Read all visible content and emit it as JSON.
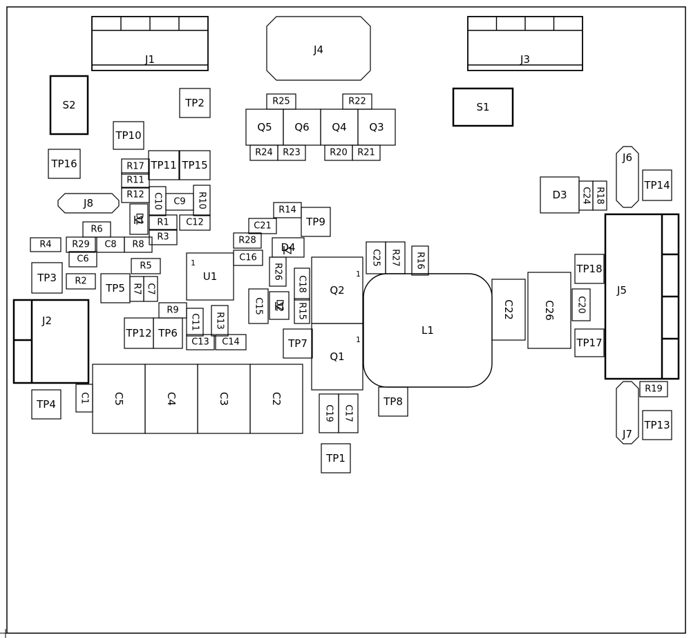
{
  "components": [
    {
      "id": "J1",
      "label": "J1",
      "kind": "header"
    },
    {
      "id": "J3",
      "label": "J3",
      "kind": "header"
    },
    {
      "id": "J4",
      "label": "J4",
      "kind": "octagon"
    },
    {
      "id": "S2",
      "label": "S2",
      "kind": "thick"
    },
    {
      "id": "S1",
      "label": "S1",
      "kind": "thick"
    },
    {
      "id": "TP2",
      "label": "TP2",
      "kind": "box"
    },
    {
      "id": "TP10",
      "label": "TP10",
      "kind": "box"
    },
    {
      "id": "TP16",
      "label": "TP16",
      "kind": "box"
    },
    {
      "id": "TP11",
      "label": "TP11",
      "kind": "box"
    },
    {
      "id": "TP15",
      "label": "TP15",
      "kind": "box"
    },
    {
      "id": "R25",
      "label": "R25",
      "kind": "box"
    },
    {
      "id": "R22",
      "label": "R22",
      "kind": "box"
    },
    {
      "id": "Q5",
      "label": "Q5",
      "kind": "box"
    },
    {
      "id": "Q6",
      "label": "Q6",
      "kind": "box"
    },
    {
      "id": "Q4",
      "label": "Q4",
      "kind": "box"
    },
    {
      "id": "Q3",
      "label": "Q3",
      "kind": "box"
    },
    {
      "id": "R24",
      "label": "R24",
      "kind": "box"
    },
    {
      "id": "R23",
      "label": "R23",
      "kind": "box"
    },
    {
      "id": "R20",
      "label": "R20",
      "kind": "box"
    },
    {
      "id": "R21",
      "label": "R21",
      "kind": "box"
    },
    {
      "id": "J6",
      "label": "J6",
      "kind": "pill"
    },
    {
      "id": "TP14",
      "label": "TP14",
      "kind": "box"
    },
    {
      "id": "D3",
      "label": "D3",
      "kind": "box"
    },
    {
      "id": "C24",
      "label": "C24",
      "kind": "box",
      "rotate": true
    },
    {
      "id": "R18",
      "label": "R18",
      "kind": "box",
      "rotate": true
    },
    {
      "id": "R17",
      "label": "R17",
      "kind": "box"
    },
    {
      "id": "R11",
      "label": "R11",
      "kind": "box"
    },
    {
      "id": "R12",
      "label": "R12",
      "kind": "box"
    },
    {
      "id": "J8",
      "label": "J8",
      "kind": "pill"
    },
    {
      "id": "C10",
      "label": "C10",
      "kind": "box",
      "rotate": true
    },
    {
      "id": "C9",
      "label": "C9",
      "kind": "box"
    },
    {
      "id": "R10",
      "label": "R10",
      "kind": "box",
      "rotate": true
    },
    {
      "id": "D1",
      "label": "D1",
      "kind": "box",
      "rotate": true
    },
    {
      "id": "R1",
      "label": "R1",
      "kind": "box"
    },
    {
      "id": "C12",
      "label": "C12",
      "kind": "box"
    },
    {
      "id": "R14",
      "label": "R14",
      "kind": "box"
    },
    {
      "id": "TP9",
      "label": "TP9",
      "kind": "box"
    },
    {
      "id": "C21",
      "label": "C21",
      "kind": "box"
    },
    {
      "id": "R6",
      "label": "R6",
      "kind": "box"
    },
    {
      "id": "R3",
      "label": "R3",
      "kind": "box"
    },
    {
      "id": "R28",
      "label": "R28",
      "kind": "box"
    },
    {
      "id": "D4",
      "label": "D4",
      "kind": "box"
    },
    {
      "id": "R4",
      "label": "R4",
      "kind": "box"
    },
    {
      "id": "R29",
      "label": "R29",
      "kind": "box"
    },
    {
      "id": "C8",
      "label": "C8",
      "kind": "box"
    },
    {
      "id": "R8",
      "label": "R8",
      "kind": "box"
    },
    {
      "id": "C25",
      "label": "C25",
      "kind": "box",
      "rotate": true
    },
    {
      "id": "R27",
      "label": "R27",
      "kind": "box",
      "rotate": true
    },
    {
      "id": "R16",
      "label": "R16",
      "kind": "box",
      "rotate": true
    },
    {
      "id": "C6",
      "label": "C6",
      "kind": "box"
    },
    {
      "id": "U1",
      "label": "U1",
      "kind": "box"
    },
    {
      "id": "C16",
      "label": "C16",
      "kind": "box"
    },
    {
      "id": "R26",
      "label": "R26",
      "kind": "box",
      "rotate": true
    },
    {
      "id": "R5",
      "label": "R5",
      "kind": "box"
    },
    {
      "id": "TP3",
      "label": "TP3",
      "kind": "box"
    },
    {
      "id": "R2",
      "label": "R2",
      "kind": "box"
    },
    {
      "id": "TP5",
      "label": "TP5",
      "kind": "box"
    },
    {
      "id": "R7",
      "label": "R7",
      "kind": "box",
      "rotate": true
    },
    {
      "id": "C7",
      "label": "C7",
      "kind": "box",
      "rotate": true
    },
    {
      "id": "Q2",
      "label": "Q2",
      "kind": "box"
    },
    {
      "id": "TP18",
      "label": "TP18",
      "kind": "box"
    },
    {
      "id": "C18",
      "label": "C18",
      "kind": "box",
      "rotate": true
    },
    {
      "id": "C15",
      "label": "C15",
      "kind": "box",
      "rotate": true
    },
    {
      "id": "D2",
      "label": "D2",
      "kind": "box",
      "rotate": true
    },
    {
      "id": "R15",
      "label": "R15",
      "kind": "box",
      "rotate": true
    },
    {
      "id": "C22",
      "label": "C22",
      "kind": "box",
      "rotate": true
    },
    {
      "id": "C26",
      "label": "C26",
      "kind": "box",
      "rotate": true
    },
    {
      "id": "C20",
      "label": "C20",
      "kind": "box",
      "rotate": true
    },
    {
      "id": "J5",
      "label": "J5",
      "kind": "connector"
    },
    {
      "id": "J2",
      "label": "J2",
      "kind": "connector"
    },
    {
      "id": "R9",
      "label": "R9",
      "kind": "box"
    },
    {
      "id": "C11",
      "label": "C11",
      "kind": "box",
      "rotate": true
    },
    {
      "id": "R13",
      "label": "R13",
      "kind": "box",
      "rotate": true
    },
    {
      "id": "L1",
      "label": "L1",
      "kind": "inductor"
    },
    {
      "id": "TP12",
      "label": "TP12",
      "kind": "box"
    },
    {
      "id": "TP6",
      "label": "TP6",
      "kind": "box"
    },
    {
      "id": "C13",
      "label": "C13",
      "kind": "box"
    },
    {
      "id": "C14",
      "label": "C14",
      "kind": "box"
    },
    {
      "id": "TP7",
      "label": "TP7",
      "kind": "box"
    },
    {
      "id": "Q1",
      "label": "Q1",
      "kind": "box"
    },
    {
      "id": "TP17",
      "label": "TP17",
      "kind": "box"
    },
    {
      "id": "C1",
      "label": "C1",
      "kind": "box",
      "rotate": true
    },
    {
      "id": "C5",
      "label": "C5",
      "kind": "box",
      "rotate": true
    },
    {
      "id": "C4",
      "label": "C4",
      "kind": "box",
      "rotate": true
    },
    {
      "id": "C3",
      "label": "C3",
      "kind": "box",
      "rotate": true
    },
    {
      "id": "C2",
      "label": "C2",
      "kind": "box",
      "rotate": true
    },
    {
      "id": "R19",
      "label": "R19",
      "kind": "box"
    },
    {
      "id": "TP4",
      "label": "TP4",
      "kind": "box"
    },
    {
      "id": "TP8",
      "label": "TP8",
      "kind": "box"
    },
    {
      "id": "C19",
      "label": "C19",
      "kind": "box",
      "rotate": true
    },
    {
      "id": "C17",
      "label": "C17",
      "kind": "box",
      "rotate": true
    },
    {
      "id": "J7",
      "label": "J7",
      "kind": "pill"
    },
    {
      "id": "TP13",
      "label": "TP13",
      "kind": "box"
    },
    {
      "id": "TP1",
      "label": "TP1",
      "kind": "box"
    }
  ],
  "pin_markers": {
    "u1": "1",
    "q2": "1",
    "q1": "1"
  },
  "colors": {
    "ink": "#000000",
    "background": "#ffffff"
  }
}
